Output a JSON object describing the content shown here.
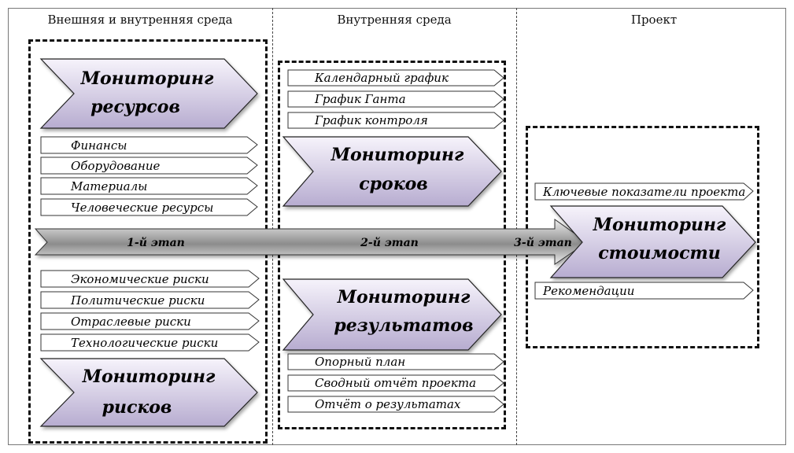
{
  "columns": {
    "external": "Внешняя и внутренняя среда",
    "internal": "Внутренняя среда",
    "project": "Проект"
  },
  "monitoring": {
    "resources": [
      "Мониторинг",
      "ресурсов"
    ],
    "risks": [
      "Мониторинг",
      "рисков"
    ],
    "deadlines": [
      "Мониторинг",
      "сроков"
    ],
    "results": [
      "Мониторинг",
      "результатов"
    ],
    "cost": [
      "Мониторинг",
      "стоимости"
    ]
  },
  "resources_items": [
    "Финансы",
    "Оборудование",
    "Материалы",
    "Человеческие ресурсы"
  ],
  "risks_items": [
    "Экономические риски",
    "Политические риски",
    "Отраслевые риски",
    "Технологические риски"
  ],
  "deadlines_items": [
    "Календарный график",
    "График Ганта",
    "График контроля"
  ],
  "results_items": [
    "Опорный план",
    "Сводный отчёт проекта",
    "Отчёт о результатах"
  ],
  "cost_items": [
    "Ключевые показатели проекта",
    "Рекомендации"
  ],
  "stages": [
    "1-й этап",
    "2-й этап",
    "3-й этап"
  ],
  "colors": {
    "big_arrow_light": "#f6f3fb",
    "big_arrow_dark": "#b7acd0",
    "stage_arrow_light": "#eeeeee",
    "stage_arrow_dark": "#8c8c8c"
  }
}
